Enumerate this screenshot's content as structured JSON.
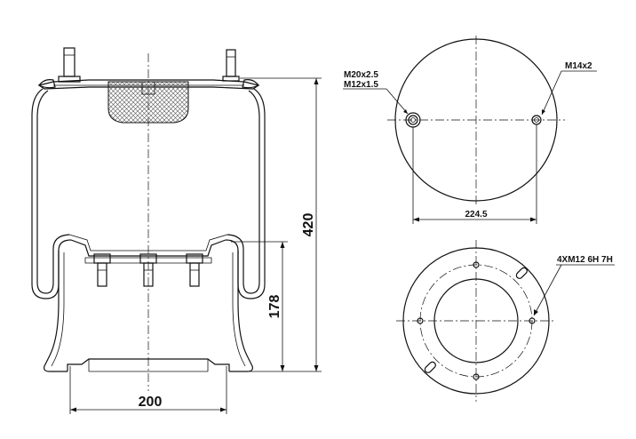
{
  "dimensions": {
    "height_total": "420",
    "height_lower": "178",
    "width_base": "200",
    "top_bolt_spacing": "224.5"
  },
  "callouts": {
    "top_thread_1": "M20x2.5",
    "top_thread_2": "M12x1.5",
    "top_thread_right": "M14x2",
    "bottom_threads": "4XM12 6H 7H"
  }
}
